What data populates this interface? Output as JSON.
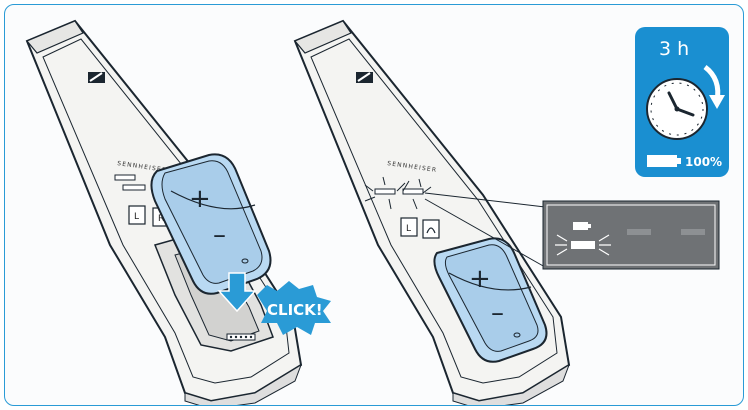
{
  "left_remote": {
    "brand_text": "SENNHEISER",
    "button_left_label": "L",
    "button_right_label": "R",
    "click_callout": "CLICK!",
    "plus_sign": "+",
    "minus_sign": "–"
  },
  "right_remote": {
    "brand_text": "SENNHEISER",
    "button_left_label": "L",
    "plus_sign": "+",
    "minus_sign": "–"
  },
  "charge_badge": {
    "duration": "3 h",
    "battery_level": "100%"
  },
  "colors": {
    "accent_blue": "#2a9bd6",
    "badge_blue": "#1a8fd1",
    "battery_pack": "#b9d9f2",
    "outline": "#1b2630",
    "callout_panel": "#6f7275"
  }
}
